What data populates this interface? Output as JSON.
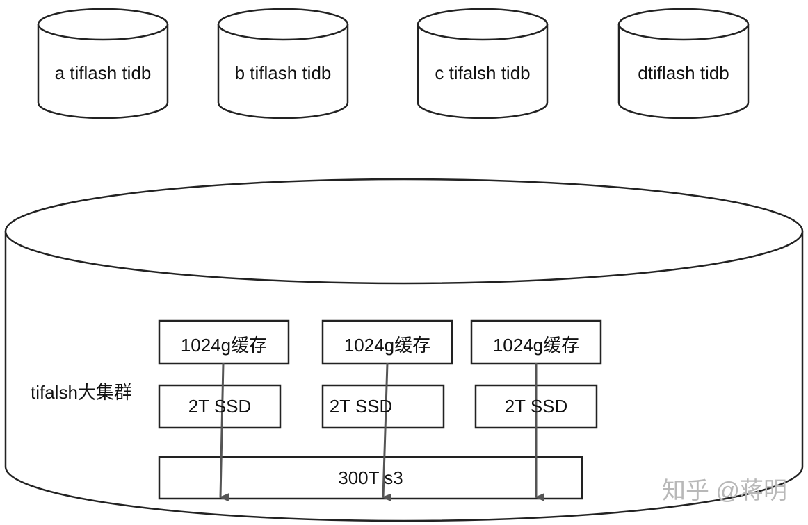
{
  "small_nodes": [
    {
      "label": "a tiflash tidb"
    },
    {
      "label": "b tiflash tidb"
    },
    {
      "label": "c tifalsh tidb"
    },
    {
      "label": "dtiflash tidb"
    }
  ],
  "cluster": {
    "label": "tifalsh大集群",
    "cache_boxes": [
      "1024g缓存",
      "1024g缓存",
      "1024g缓存"
    ],
    "ssd_boxes": [
      "2T SSD",
      "2T SSD",
      "2T SSD"
    ],
    "storage_label": "300T s3"
  },
  "watermark": "知乎 @蒋明",
  "colors": {
    "stroke": "#222222",
    "arrow": "#555555"
  }
}
